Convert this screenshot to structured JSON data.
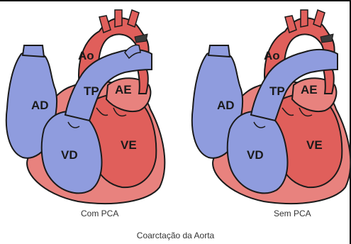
{
  "figure": {
    "title": "Coarctação da Aorta",
    "colors": {
      "oxygenated": "#e8827e",
      "oxygenated_dark": "#c24a46",
      "deoxygenated": "#8f9cde",
      "outline": "#1a1a1a"
    },
    "panels": [
      {
        "caption": "Com PCA",
        "labels": {
          "aorta": "Ao",
          "right_atrium": "AD",
          "pulmonary_trunk": "TP",
          "left_atrium": "AE",
          "right_ventricle": "VD",
          "left_ventricle": "VE"
        }
      },
      {
        "caption": "Sem PCA",
        "labels": {
          "aorta": "Ao",
          "right_atrium": "AD",
          "pulmonary_trunk": "TP",
          "left_atrium": "AE",
          "right_ventricle": "VD",
          "left_ventricle": "VE"
        }
      }
    ]
  }
}
